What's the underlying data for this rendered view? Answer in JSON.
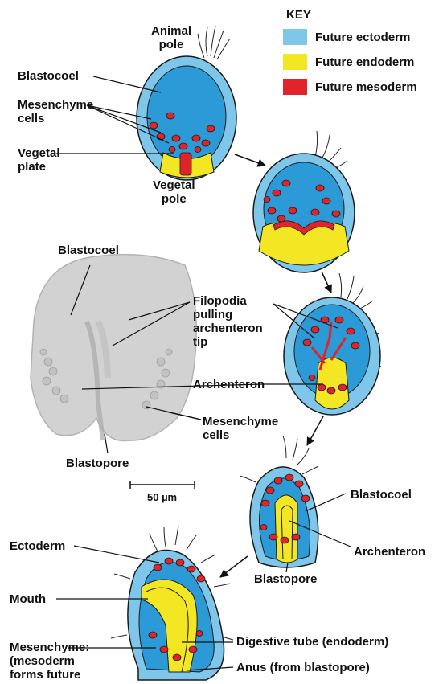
{
  "key": {
    "title": "KEY",
    "items": [
      {
        "label": "Future ectoderm",
        "color": "#7ec6ea"
      },
      {
        "label": "Future endoderm",
        "color": "#f3e623"
      },
      {
        "label": "Future mesoderm",
        "color": "#e0242a"
      }
    ]
  },
  "colors": {
    "ectoderm": "#7ec6ea",
    "blastocoel": "#2c9ad7",
    "endoderm": "#f3e623",
    "mesoderm": "#e0242a",
    "outline": "#1a1a1a",
    "micrograph": "#d2d2d2"
  },
  "labels": {
    "animal_pole": "Animal\npole",
    "blastocoel_1": "Blastocoel",
    "mesenchyme_cells_1": "Mesenchyme\ncells",
    "vegetal_plate": "Vegetal\nplate",
    "vegetal_pole": "Vegetal\npole",
    "blastocoel_photo": "Blastocoel",
    "filopodia": "Filopodia\npulling\narchenteron\ntip",
    "archenteron_1": "Archenteron",
    "mesenchyme_cells_2": "Mesenchyme\ncells",
    "blastopore_1": "Blastopore",
    "scale_bar": "50 µm",
    "blastocoel_2": "Blastocoel",
    "archenteron_2": "Archenteron",
    "blastopore_2": "Blastopore",
    "ectoderm": "Ectoderm",
    "mouth": "Mouth",
    "mesenchyme_mesoderm": "Mesenchyme:\n(mesoderm\nforms future",
    "digestive_tube": "Digestive tube (endoderm)",
    "anus": "Anus (from blastopore)"
  }
}
